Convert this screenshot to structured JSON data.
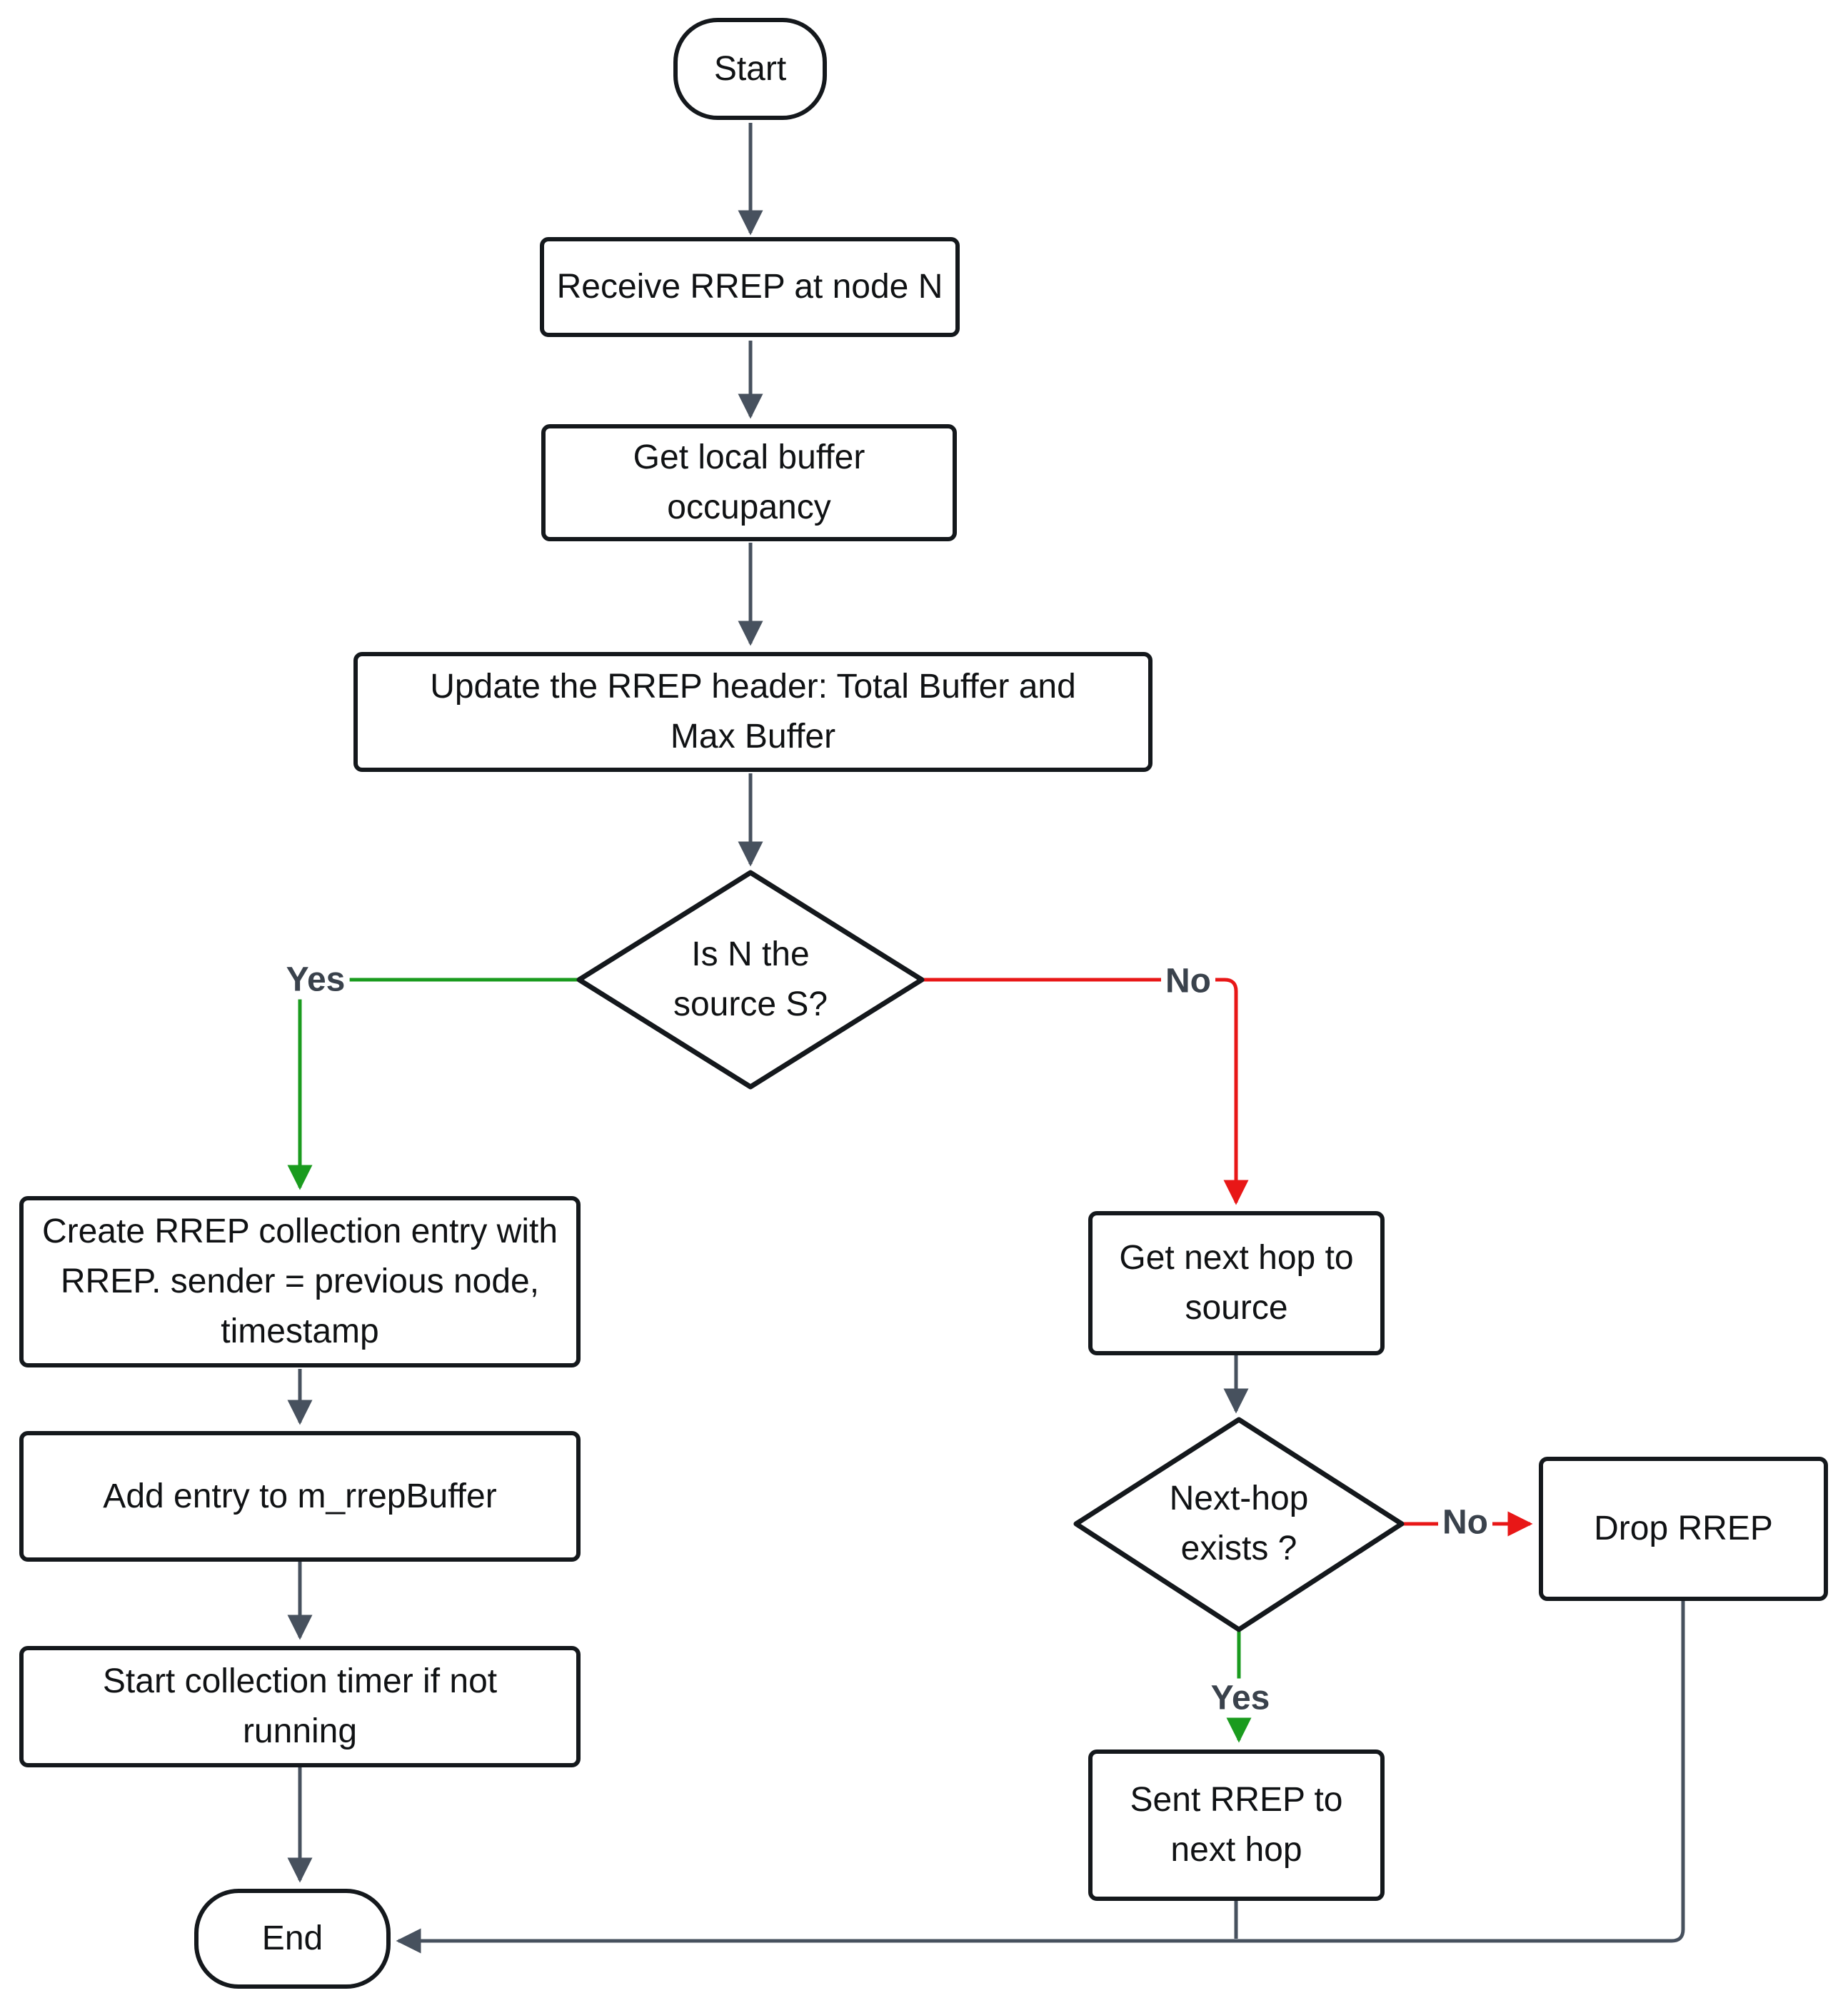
{
  "nodes": {
    "start": {
      "label": "Start",
      "type": "terminator"
    },
    "receive_rrep": {
      "label": "Receive RREP at node N",
      "type": "process"
    },
    "get_buffer": {
      "label": "Get local buffer\noccupancy",
      "type": "process"
    },
    "update_header": {
      "label": "Update the RREP header: Total Buffer and\nMax Buffer",
      "type": "process"
    },
    "is_source": {
      "label": "Is N the\nsource S?",
      "type": "decision"
    },
    "create_entry": {
      "label": "Create RREP collection entry with\nRREP. sender = previous node,\ntimestamp",
      "type": "process"
    },
    "add_entry": {
      "label": "Add entry to m_rrepBuffer",
      "type": "process"
    },
    "start_timer": {
      "label": "Start collection timer if not\nrunning",
      "type": "process"
    },
    "end": {
      "label": "End",
      "type": "terminator"
    },
    "get_next_hop": {
      "label": "Get next hop to\nsource",
      "type": "process"
    },
    "next_hop_exists": {
      "label": "Next-hop\nexists ?",
      "type": "decision"
    },
    "drop_rrep": {
      "label": "Drop RREP",
      "type": "process"
    },
    "sent_rrep": {
      "label": "Sent RREP to\nnext hop",
      "type": "process"
    }
  },
  "edges": {
    "is_source_yes": {
      "label": "Yes"
    },
    "is_source_no": {
      "label": "No"
    },
    "next_hop_exists_no": {
      "label": "No"
    },
    "next_hop_exists_yes": {
      "label": "Yes"
    }
  },
  "colors": {
    "yes_branch": "#1a9b1e",
    "no_branch": "#e81717",
    "connector": "#47515e",
    "edge_label": "#3a424c",
    "node_border": "#14181c",
    "node_fill": "#ffffff",
    "text": "#101214",
    "background": "#ffffff"
  }
}
